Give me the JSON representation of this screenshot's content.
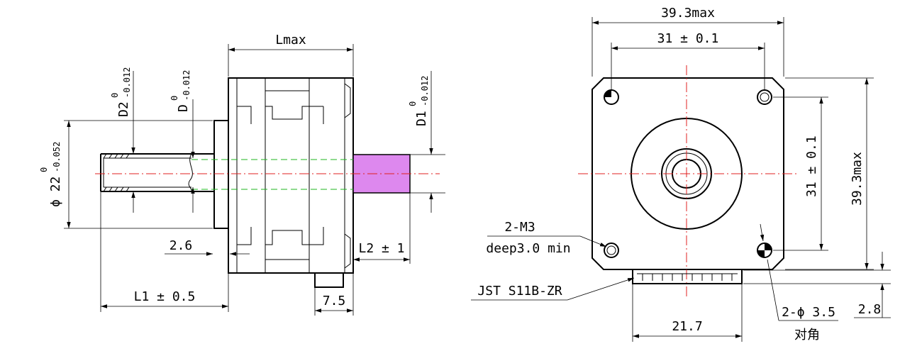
{
  "side_view": {
    "lmax": "Lmax",
    "d2_label": "D2",
    "d2_tol_upper": "0",
    "d2_tol_lower": "-0.012",
    "d_label": "D",
    "d_tol_upper": "0",
    "d_tol_lower": "-0.012",
    "d1_label": "D1",
    "d1_tol_upper": "0",
    "d1_tol_lower": "-0.012",
    "phi22_label": "ϕ 22",
    "phi22_tol_upper": "0",
    "phi22_tol_lower": "-0.052",
    "dim_2_6": "2.6",
    "dim_l2": "L2 ± 1",
    "dim_l1": "L1 ± 0.5",
    "dim_7_5": "7.5"
  },
  "front_view": {
    "width_max": "39.3max",
    "hole_spacing_h": "31 ± 0.1",
    "hole_spacing_v": "31 ± 0.1",
    "height_max": "39.3max",
    "thread_label": "2-M3",
    "thread_depth": "deep3.0 min",
    "connector": "JST S11B-ZR",
    "connector_width": "21.7",
    "pin_hole_label": "2-ϕ 3.5",
    "pin_hole_note": "对角",
    "dim_2_8": "2.8"
  },
  "colors": {
    "centerline": "#e02020",
    "hidden_line": "#1fb41f",
    "shaft_fill": "#dd88ee"
  }
}
